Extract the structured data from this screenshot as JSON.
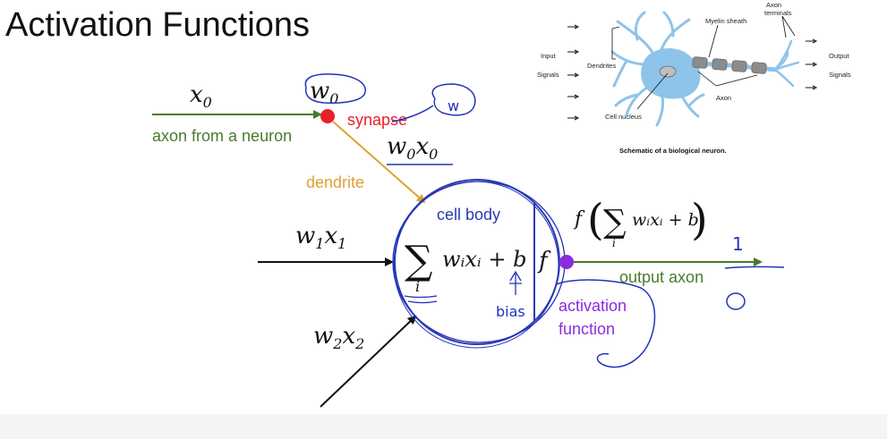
{
  "slide": {
    "title": "Activation Functions"
  },
  "neuron_model": {
    "x0": "x",
    "x0_sub": "0",
    "w0": "w",
    "w0_sub": "0",
    "synapse": "synapse",
    "axon_from_neuron": "axon from a neuron",
    "w0x0_a": "w",
    "w0x0_a_sub": "0",
    "w0x0_b": "x",
    "w0x0_b_sub": "0",
    "dendrite": "dendrite",
    "w1x1_a": "w",
    "w1x1_a_sub": "1",
    "w1x1_b": "x",
    "w1x1_b_sub": "1",
    "w2x2_a": "w",
    "w2x2_a_sub": "2",
    "w2x2_b": "x",
    "w2x2_b_sub": "2",
    "cell_body": "cell body",
    "sum_symbol": "∑",
    "sum_index": "i",
    "sum_term": "wᵢxᵢ + b",
    "f_symbol": "f",
    "output_formula": "f",
    "output_sum_term": "wᵢxᵢ + b",
    "output_axon": "output axon",
    "activation": "activation",
    "function": "function"
  },
  "annotations": {
    "w_note": "w",
    "bias_note": "bias",
    "one": "1",
    "zero": "0"
  },
  "biological": {
    "input": "Input",
    "signals_left": "Signals",
    "dendrites": "Dendrites",
    "cell_nucleus": "Cell nucleus",
    "myelin_sheath": "Myelin sheath",
    "axon": "Axon",
    "axon_terminals_1": "Axon",
    "axon_terminals_2": "terminals",
    "output": "Output",
    "signals_right": "Signals",
    "caption": "Schematic of a biological neuron."
  },
  "colors": {
    "green": "#4a7a2c",
    "red_dot": "#e8202a",
    "orange": "#e0a030",
    "blue_text": "#2a3ab0",
    "purple": "#8a2be2",
    "pen_blue": "#2233bb",
    "neuron_blue": "#8ec4ea",
    "myelin_gray": "#8c8c8c"
  }
}
